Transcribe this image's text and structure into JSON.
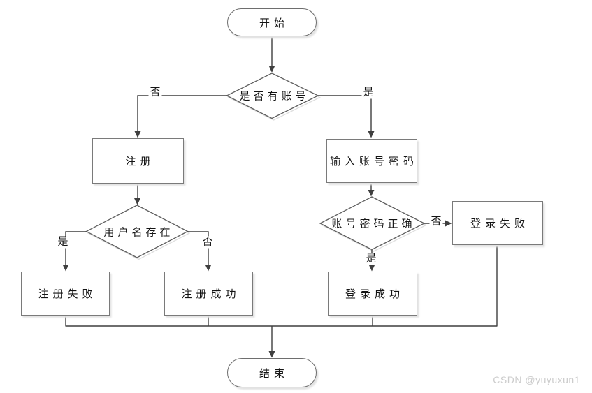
{
  "diagram": {
    "type": "flowchart",
    "nodes": {
      "start": {
        "label": "开始",
        "shape": "terminator"
      },
      "has_account": {
        "label": "是否有账号",
        "shape": "decision"
      },
      "register": {
        "label": "注册",
        "shape": "process"
      },
      "enter_credentials": {
        "label": "输入账号密码",
        "shape": "process"
      },
      "username_exists": {
        "label": "用户名存在",
        "shape": "decision"
      },
      "credentials_correct": {
        "label": "账号密码正确",
        "shape": "decision"
      },
      "register_fail": {
        "label": "注册失败",
        "shape": "process"
      },
      "register_success": {
        "label": "注册成功",
        "shape": "process"
      },
      "login_success": {
        "label": "登录成功",
        "shape": "process"
      },
      "login_fail": {
        "label": "登录失败",
        "shape": "process"
      },
      "end": {
        "label": "结束",
        "shape": "terminator"
      }
    },
    "edge_labels": {
      "has_account_no": "否",
      "has_account_yes": "是",
      "username_exists_yes": "是",
      "username_exists_no": "否",
      "credentials_correct_no": "否",
      "credentials_correct_yes": "是"
    },
    "colors": {
      "line": "#3f3f3f",
      "node_border": "#7a7a7a",
      "diamond_border": "#5f5f5f",
      "text": "#141414",
      "shadow": "#dedede",
      "watermark": "#cccccc"
    }
  },
  "watermark": {
    "text": "CSDN @yuyuxun1"
  }
}
